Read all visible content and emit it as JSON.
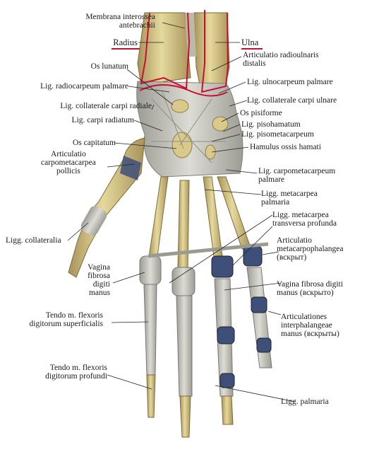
{
  "labels": {
    "membrana_l1": "Membrana interossea",
    "membrana_l2": "antebrachii",
    "radius": "Radius",
    "ulna": "Ulna",
    "art_radioulnaris_l1": "Articulatio radioulnaris",
    "art_radioulnaris_l2": "distalis",
    "os_lunatum": "Os lunatum",
    "lig_radiocarpeum": "Lig. radiocarpeum palmare",
    "lig_ulnocarpeum": "Lig. ulnocarpeum palmare",
    "lig_coll_radiale": "Lig. collaterale carpi radiale",
    "lig_coll_ulnare": "Lig. collaterale carpi ulnare",
    "os_pisiforme": "Os pisiforme",
    "lig_carpi_radiatum": "Lig. carpi radiatum",
    "lig_pisohamatum": "Lig. pisohamatum",
    "lig_pisometacarpeum": "Lig. pisometacarpeum",
    "os_capitatum": "Os capitatum",
    "hamulus": "Hamulus ossis hamati",
    "art_cmc_l1": "Articulatio",
    "art_cmc_l2": "carpometacarpea",
    "art_cmc_l3": "pollicis",
    "lig_cmc_l1": "Lig. carpometacarpeum",
    "lig_cmc_l2": "palmare",
    "ligg_metac_palm_l1": "Ligg. metacarpea",
    "ligg_metac_palm_l2": "palmaria",
    "ligg_metac_trans_l1": "Ligg. metacarpea",
    "ligg_metac_trans_l2": "transversa profunda",
    "ligg_collateralia": "Ligg. collateralia",
    "art_mcp_l1": "Articulatio",
    "art_mcp_l2": "metacarpophalangea",
    "art_mcp_l3": "(вскрыт)",
    "vagina_l1": "Vagina",
    "vagina_l2": "fibrosa",
    "vagina_l3": "digiti",
    "vagina_l4": "manus",
    "vagina_open_l1": "Vagina fibrosa digiti",
    "vagina_open_l2": "manus (вскрыто)",
    "tendo_sup_l1": "Tendo m. flexoris",
    "tendo_sup_l2": "digitorum superficialis",
    "art_ip_l1": "Articulationes",
    "art_ip_l2": "interphalangeae",
    "art_ip_l3": "manus (вскрыты)",
    "tendo_prof_l1": "Tendo m. flexoris",
    "tendo_prof_l2": "digitorum profundi",
    "ligg_palmaria": "Ligg. palmaria"
  },
  "colors": {
    "bone": "#d9c98a",
    "bone_shadow": "#a8935a",
    "ligament": "#c9c9c1",
    "cartilage": "#3e4f7a",
    "highlight": "#c8102e"
  }
}
